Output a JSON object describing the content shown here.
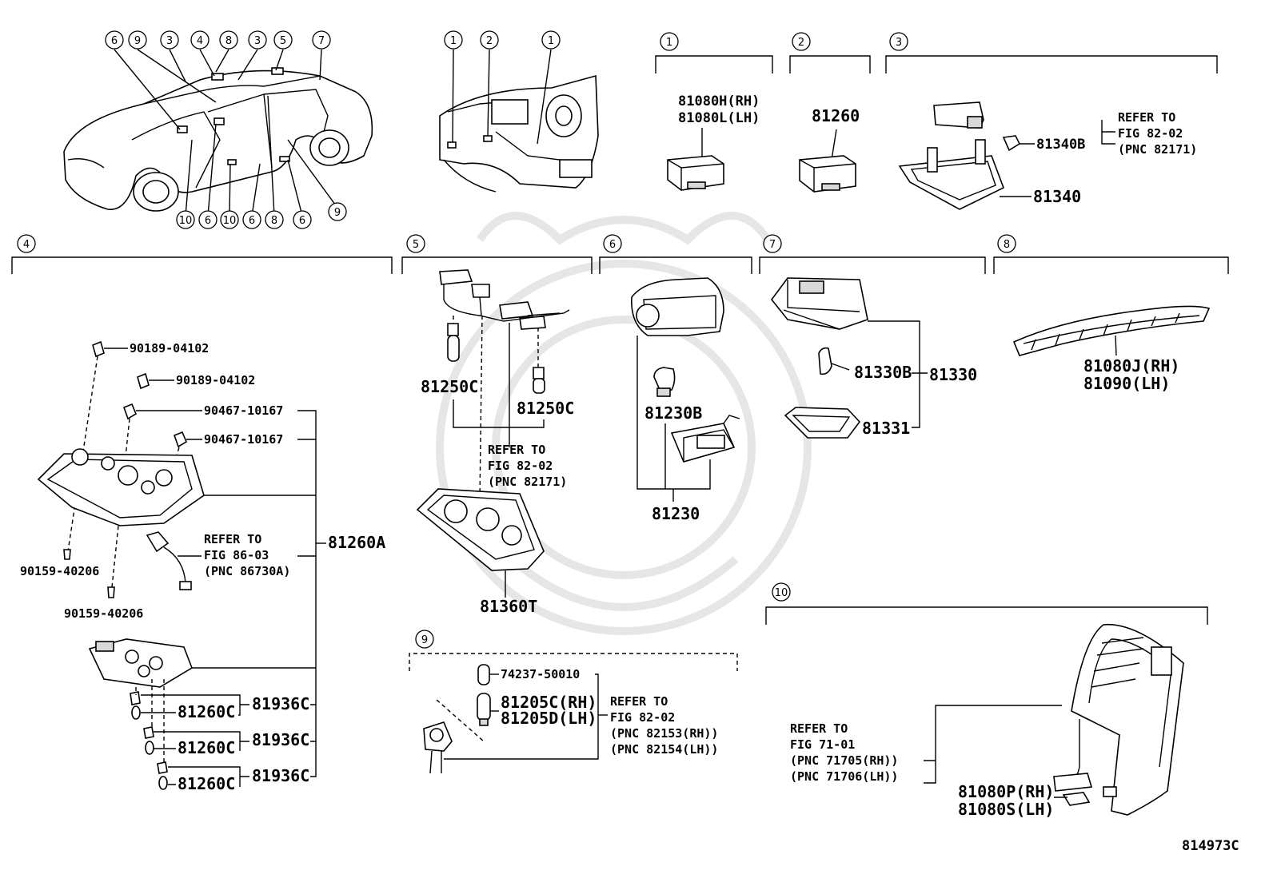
{
  "car_callouts": [
    "6",
    "9",
    "3",
    "4",
    "8",
    "3",
    "5",
    "7",
    "10",
    "6",
    "10",
    "6",
    "8",
    "6",
    "9"
  ],
  "dash_callouts": [
    "1",
    "2",
    "1"
  ],
  "groups": [
    {
      "num": "1",
      "parts": [
        "81080H(RH)",
        "81080L(LH)"
      ]
    },
    {
      "num": "2",
      "parts": [
        "81260"
      ]
    },
    {
      "num": "3",
      "parts": [
        "81340B",
        "81340"
      ],
      "refer": [
        "REFER TO",
        "FIG 82-02",
        "(PNC 82171)"
      ]
    },
    {
      "num": "4",
      "parts": [
        "90189-04102",
        "90189-04102",
        "90467-10167",
        "90467-10167",
        "81260A",
        "90159-40206",
        "90159-40206",
        "81936C",
        "81936C",
        "81936C",
        "81260C",
        "81260C",
        "81260C"
      ],
      "refer": [
        "REFER TO",
        "FIG 86-03",
        "(PNC 86730A)"
      ]
    },
    {
      "num": "5",
      "parts": [
        "81250C",
        "81250C",
        "81360T"
      ],
      "refer": [
        "REFER TO",
        "FIG 82-02",
        "(PNC 82171)"
      ]
    },
    {
      "num": "6",
      "parts": [
        "81230B",
        "81230"
      ]
    },
    {
      "num": "7",
      "parts": [
        "81330B",
        "81330",
        "81331"
      ]
    },
    {
      "num": "8",
      "parts": [
        "81080J(RH)",
        "81090(LH)"
      ]
    },
    {
      "num": "9",
      "parts": [
        "74237-50010",
        "81205C(RH)",
        "81205D(LH)"
      ],
      "refer": [
        "REFER TO",
        "FIG 82-02",
        "(PNC 82153(RH))",
        "(PNC 82154(LH))"
      ]
    },
    {
      "num": "10",
      "parts": [
        "81080P(RH)",
        "81080S(LH)"
      ],
      "refer": [
        "REFER TO",
        "FIG 71-01",
        "(PNC 71705(RH))",
        "(PNC 71706(LH))"
      ]
    }
  ],
  "figure_id": "814973C"
}
